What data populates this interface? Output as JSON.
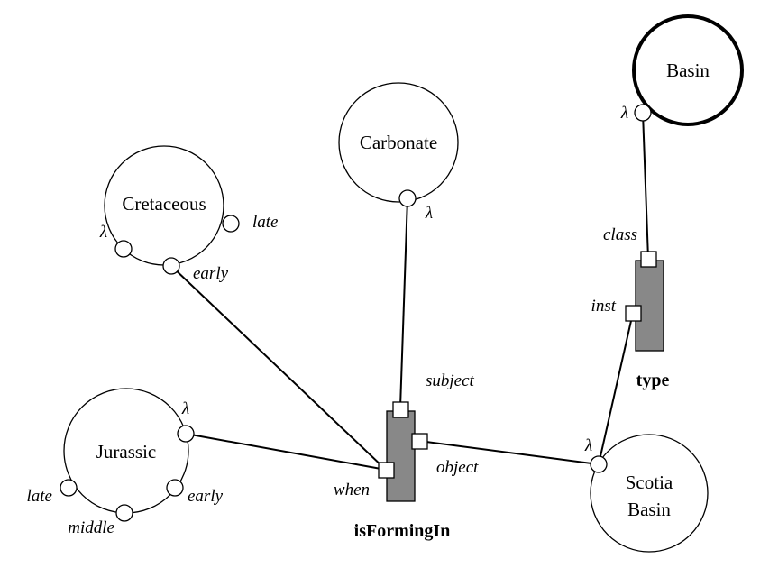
{
  "nodes": {
    "basin": "Basin",
    "carbonate": "Carbonate",
    "cretaceous": "Cretaceous",
    "jurassic": "Jurassic",
    "scotia_line1": "Scotia",
    "scotia_line2": "Basin"
  },
  "ports": {
    "basin_lambda": "λ",
    "carbonate_lambda": "λ",
    "cretaceous_lambda": "λ",
    "cretaceous_late": "late",
    "cretaceous_early": "early",
    "jurassic_lambda": "λ",
    "jurassic_late": "late",
    "jurassic_middle": "middle",
    "jurassic_early": "early",
    "scotia_lambda": "λ"
  },
  "relations": {
    "type": {
      "label": "type",
      "class": "class",
      "inst": "inst"
    },
    "isFormingIn": {
      "label": "isFormingIn",
      "subject": "subject",
      "object": "object",
      "when": "when"
    }
  }
}
